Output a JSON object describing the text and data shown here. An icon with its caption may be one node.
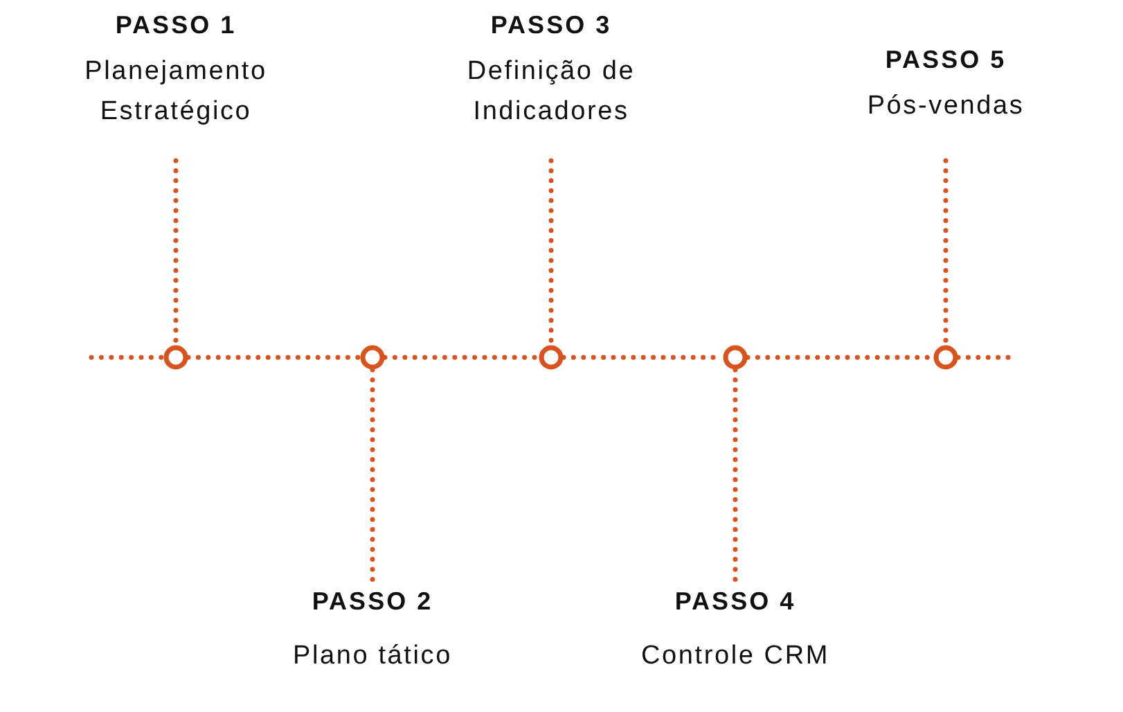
{
  "diagram": {
    "nodes": [
      {
        "text": [
          "PASSO 1",
          "Planejamento Estratégico"
        ]
      },
      {
        "text": [
          "PASSO 2",
          "Plano tático"
        ]
      },
      {
        "text": [
          "PASSO 3",
          "Definição de Indicadores"
        ]
      },
      {
        "text": [
          "PASSO 4",
          "Controle CRM"
        ]
      },
      {
        "text": [
          "PASSO 5",
          "Pós-vendas"
        ]
      },
      {
        "text": [],
        "shape": "circle"
      },
      {
        "text": [],
        "shape": "circle"
      },
      {
        "text": [],
        "shape": "circle"
      },
      {
        "text": [],
        "shape": "circle"
      },
      {
        "text": [],
        "shape": "circle"
      }
    ],
    "edges": [
      {
        "from": 0,
        "to": 5,
        "arrow": "none"
      },
      {
        "from": 6,
        "to": 1,
        "arrow": "none"
      },
      {
        "from": 2,
        "to": 7,
        "arrow": "none"
      },
      {
        "from": 8,
        "to": 3,
        "arrow": "none"
      },
      {
        "from": 4,
        "to": 9,
        "arrow": "none"
      },
      {
        "from": null,
        "to": 5,
        "arrow": "none"
      },
      {
        "from": 5,
        "to": 6,
        "arrow": "none"
      },
      {
        "from": 6,
        "to": 7,
        "arrow": "none"
      },
      {
        "from": 7,
        "to": 8,
        "arrow": "none"
      },
      {
        "from": 8,
        "to": 9,
        "arrow": "none"
      },
      {
        "from": 9,
        "to": null,
        "arrow": "none"
      }
    ]
  }
}
